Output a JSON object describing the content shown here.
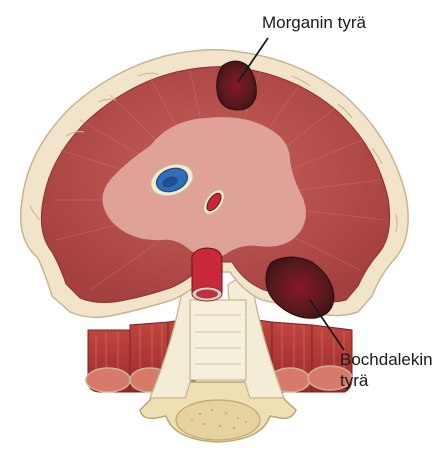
{
  "labels": {
    "morgagni_hernia": "Morganin tyrä",
    "bochdalek_hernia_line1": "Bochdalekin",
    "bochdalek_hernia_line2": "tyrä"
  },
  "colors": {
    "muscle": "#b5504f",
    "muscle_dark": "#8e2f31",
    "central_tendon": "#e2a89e",
    "rib_border": "#f1e4cb",
    "rib_outline": "#c9b48f",
    "hernia_dark": "#3a1114",
    "hernia_core": "#7a1424",
    "vena_cava": "#2f6fb8",
    "aorta": "#c8283a",
    "vertebra": "#efe0b4",
    "bone_marrow": "#e9d7a8",
    "tendon": "#f3ecd6"
  },
  "icons": {
    "vena_cava": "blue-vessel-icon",
    "esophagus": "red-oval-icon",
    "aorta": "aorta-icon",
    "vertebra": "vertebra-icon"
  }
}
